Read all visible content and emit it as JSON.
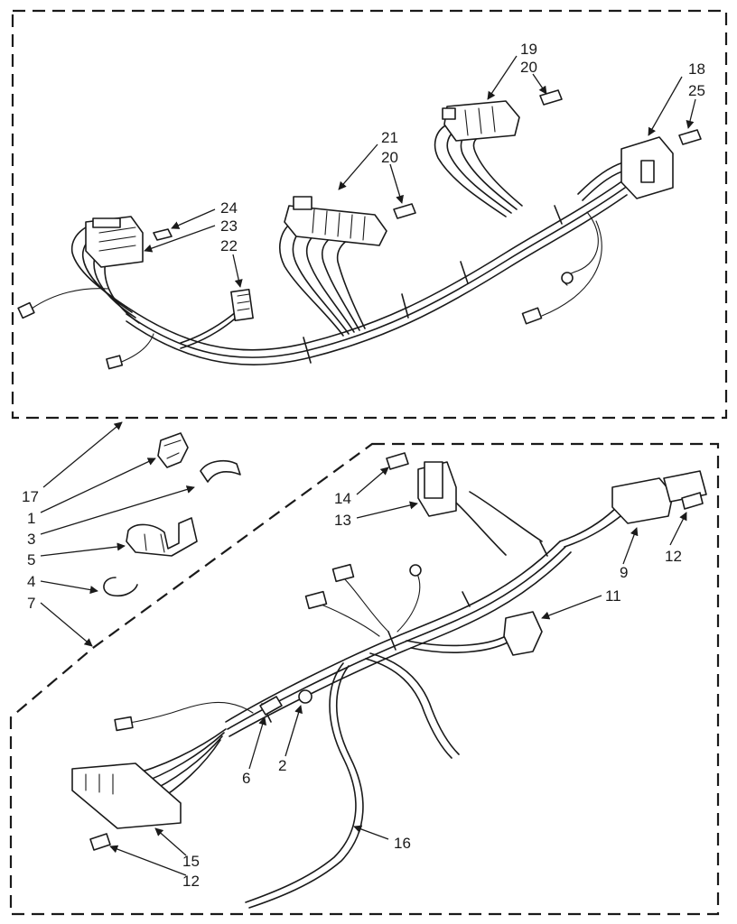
{
  "callouts": {
    "c1": "1",
    "c2": "2",
    "c3": "3",
    "c4": "4",
    "c5": "5",
    "c6": "6",
    "c7": "7",
    "c9": "9",
    "c11": "11",
    "c12a": "12",
    "c12b": "12",
    "c13": "13",
    "c14": "14",
    "c15": "15",
    "c16": "16",
    "c17": "17",
    "c18": "18",
    "c19": "19",
    "c20a": "20",
    "c20b": "20",
    "c21": "21",
    "c22": "22",
    "c23": "23",
    "c24": "24",
    "c25": "25"
  }
}
